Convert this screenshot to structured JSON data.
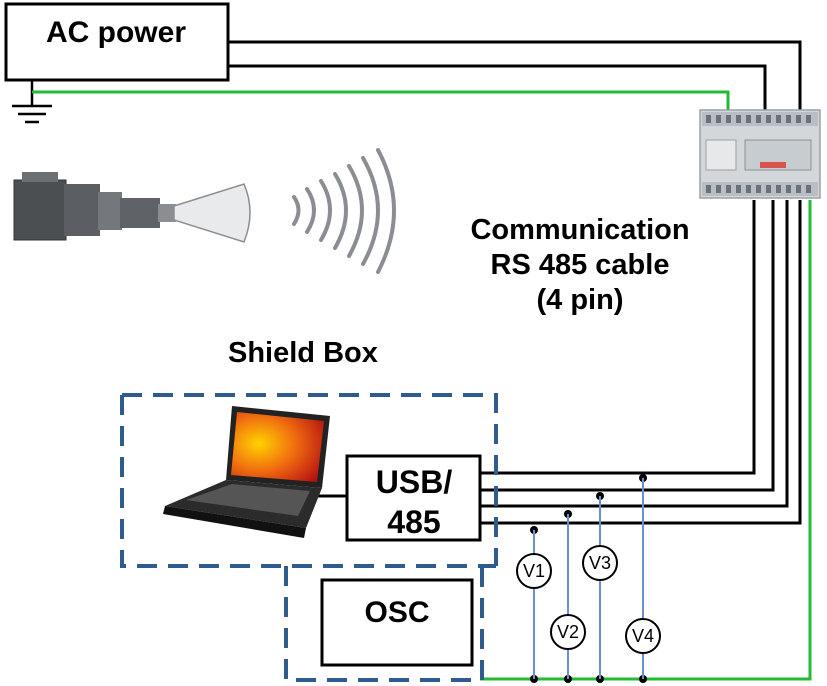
{
  "labels": {
    "ac_power": "AC power",
    "comm_line1": "Communication",
    "comm_line2": "RS 485 cable",
    "comm_line3": "(4 pin)",
    "shield_box": "Shield Box",
    "usb_line1": "USB/",
    "usb_line2": "485",
    "osc": "OSC"
  },
  "voltmeters": [
    "V1",
    "V2",
    "V3",
    "V4"
  ],
  "colors": {
    "wire": "#000000",
    "ground_wire": "#22bb33",
    "probe_wire": "#6a8fcf",
    "shield_dash": "#2f5b8f"
  },
  "icons": [
    "ground-symbol-icon",
    "antenna-horn-icon",
    "radio-waves-icon",
    "laptop-icon",
    "plc-controller-icon"
  ]
}
